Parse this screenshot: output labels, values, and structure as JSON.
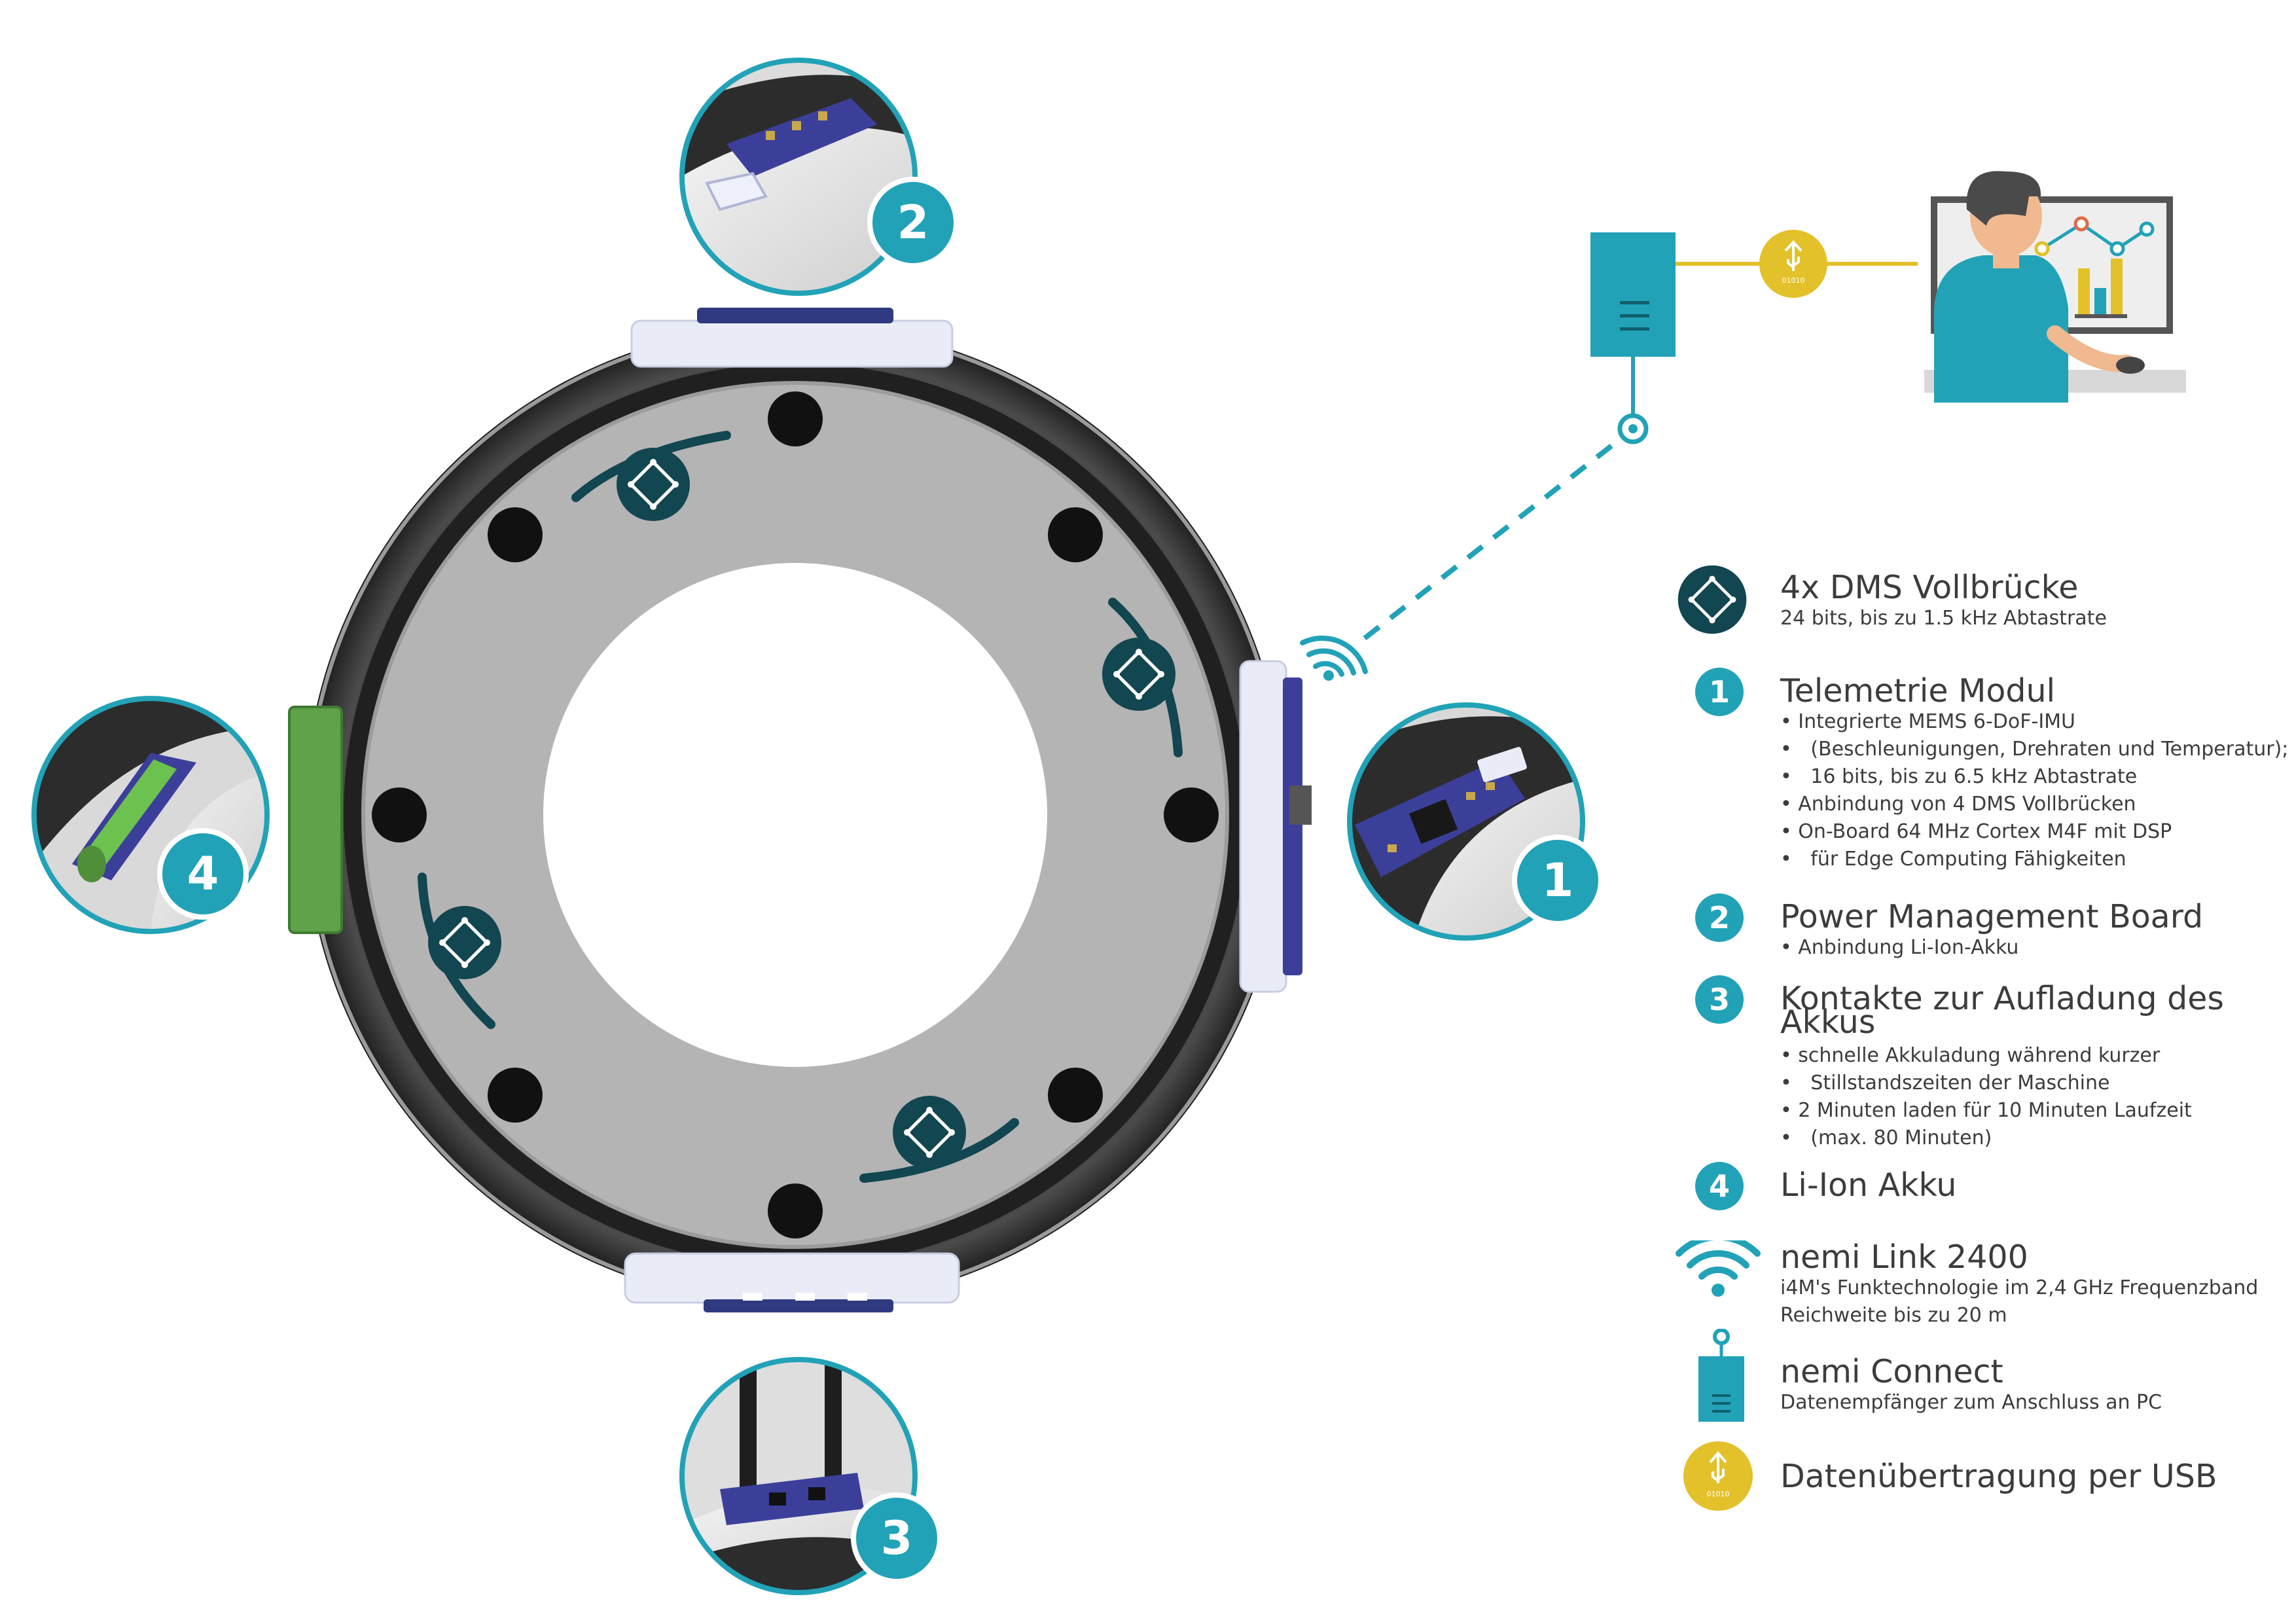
{
  "colors": {
    "teal": "#22A2B7",
    "dark_teal": "#124650",
    "yellow": "#E2C12A",
    "ring_gray": "#B4B4B4",
    "housing_dark": "#2B2B2B",
    "green": "#5FA24A",
    "pcb_blue": "#3C3F9A"
  },
  "callouts": [
    {
      "number": "2",
      "icon": "pcb-detail-icon"
    },
    {
      "number": "1",
      "icon": "pcb-detail-icon"
    },
    {
      "number": "4",
      "icon": "battery-detail-icon"
    },
    {
      "number": "3",
      "icon": "contacts-detail-icon"
    }
  ],
  "usb_icon_text": "01010",
  "legend": {
    "dms": {
      "title": "4x DMS Vollbrücke",
      "subtitle": "24 bits, bis zu 1.5 kHz Abtastrate",
      "icon": "strain-gauge-icon"
    },
    "item1": {
      "number": "1",
      "title": "Telemetrie Modul",
      "bullets": [
        "Integrierte MEMS 6-DoF-IMU",
        "  (Beschleunigungen, Drehraten und Temperatur);",
        "  16 bits, bis zu 6.5 kHz Abtastrate",
        "Anbindung von 4 DMS Vollbrücken",
        "On-Board 64 MHz Cortex M4F mit DSP",
        "  für Edge Computing Fähigkeiten"
      ]
    },
    "item2": {
      "number": "2",
      "title": "Power Management Board",
      "bullets": [
        "Anbindung Li-Ion-Akku"
      ]
    },
    "item3": {
      "number": "3",
      "title_line1": "Kontakte zur Aufladung des",
      "title_line2": "Akkus",
      "bullets": [
        "schnelle Akkuladung während kurzer",
        "  Stillstandszeiten der Maschine",
        "2 Minuten laden für 10 Minuten Laufzeit",
        "  (max. 80 Minuten)"
      ]
    },
    "item4": {
      "number": "4",
      "title": "Li-Ion Akku"
    },
    "link": {
      "title": "nemi Link 2400",
      "subtitle_line1": "i4M's Funktechnologie im 2,4 GHz Frequenzband",
      "subtitle_line2": "Reichweite bis zu 20 m",
      "icon": "wifi-icon"
    },
    "connect": {
      "title": "nemi Connect",
      "subtitle": "Datenempfänger zum Anschluss an PC",
      "icon": "receiver-icon"
    },
    "usb": {
      "title": "Datenübertragung per USB",
      "icon": "usb-icon"
    }
  }
}
